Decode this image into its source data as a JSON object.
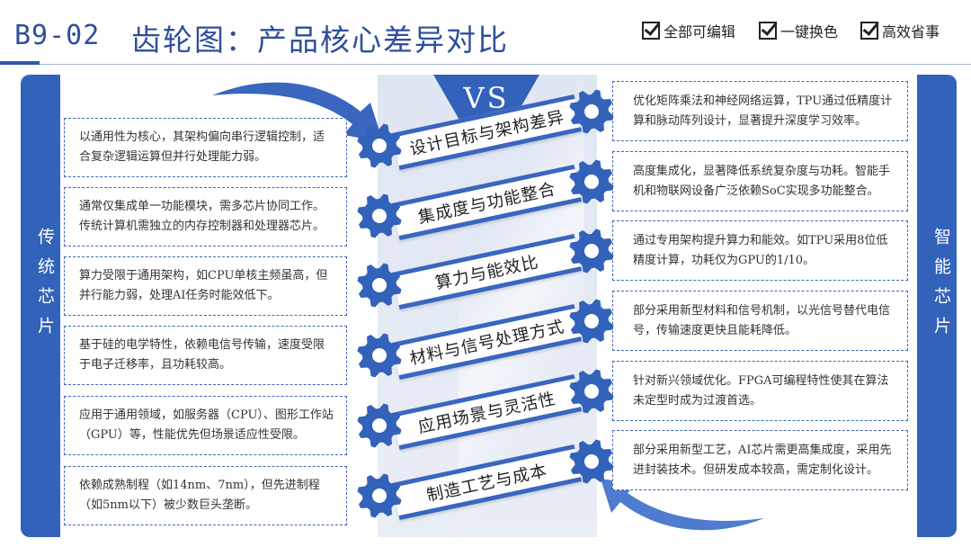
{
  "header": {
    "code": "B9-02",
    "title": "齿轮图：产品核心差异对比",
    "checks": [
      "全部可编辑",
      "一键换色",
      "高效省事"
    ]
  },
  "sides": {
    "left_label": "传统芯片",
    "right_label": "智能芯片"
  },
  "vs_label": "VS",
  "colors": {
    "primary": "#3262b9",
    "dashed_border": "#3f66b7",
    "title": "#2f4f9a"
  },
  "rows": [
    {
      "topic": "设计目标与架构差异",
      "left": "以通用性为核心，其架构偏向串行逻辑控制，适合复杂逻辑运算但并行处理能力弱。",
      "right": "优化矩阵乘法和神经网络运算，TPU通过低精度计算和脉动阵列设计，显著提升深度学习效率。"
    },
    {
      "topic": "集成度与功能整合",
      "left": "通常仅集成单一功能模块，需多芯片协同工作。传统计算机需独立的内存控制器和处理器芯片。",
      "right": "高度集成化，显著降低系统复杂度与功耗。智能手机和物联网设备广泛依赖SoC实现多功能整合。"
    },
    {
      "topic": "算力与能效比",
      "left": "算力受限于通用架构，如CPU单核主频虽高，但并行能力弱，处理AI任务时能效低下。",
      "right": "通过专用架构提升算力和能效。如TPU采用8位低精度计算，功耗仅为GPU的1/10。"
    },
    {
      "topic": "材料与信号处理方式",
      "left": "基于硅的电学特性，依赖电信号传输，速度受限于电子迁移率，且功耗较高。",
      "right": "部分采用新型材料和信号机制，以光信号替代电信号，传输速度更快且能耗降低。"
    },
    {
      "topic": "应用场景与灵活性",
      "left": "应用于通用领域，如服务器（CPU）、图形工作站（GPU）等，性能优先但场景适应性受限。",
      "right": "针对新兴领域优化。FPGA可编程特性使其在算法未定型时成为过渡首选。"
    },
    {
      "topic": "制造工艺与成本",
      "left": "依赖成熟制程（如14nm、7nm），但先进制程（如5nm以下）被少数巨头垄断。",
      "right": "部分采用新型工艺，AI芯片需更高集成度，采用先进封装技术。但研发成本较高，需定制化设计。"
    }
  ]
}
